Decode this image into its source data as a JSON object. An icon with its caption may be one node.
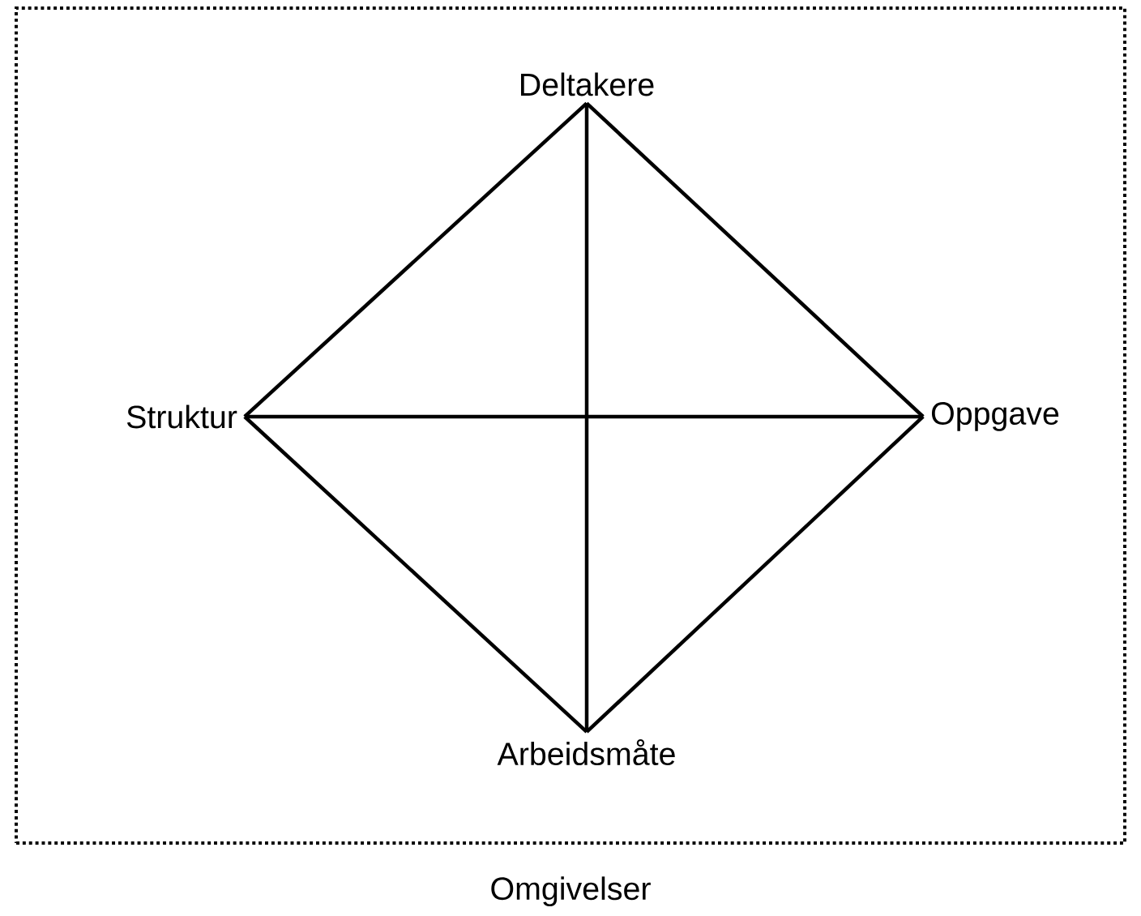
{
  "diagram": {
    "nodes": [
      {
        "text": [
          "Omgivelser"
        ]
      },
      {
        "text": [
          "Deltakere"
        ],
        "in": 0
      },
      {
        "text": [
          "Struktur"
        ],
        "in": 0
      },
      {
        "text": [
          "Oppgave"
        ],
        "in": 0
      },
      {
        "text": [
          "Arbeidsmåte"
        ],
        "in": 0
      }
    ],
    "edges": [
      {
        "from": 1,
        "to": 2,
        "arrow": "none"
      },
      {
        "from": 1,
        "to": 3,
        "arrow": "none"
      },
      {
        "from": 2,
        "to": 4,
        "arrow": "none"
      },
      {
        "from": 3,
        "to": 4,
        "arrow": "none"
      },
      {
        "from": 1,
        "to": 4,
        "arrow": "none"
      },
      {
        "from": 2,
        "to": 3,
        "arrow": "none"
      }
    ]
  }
}
